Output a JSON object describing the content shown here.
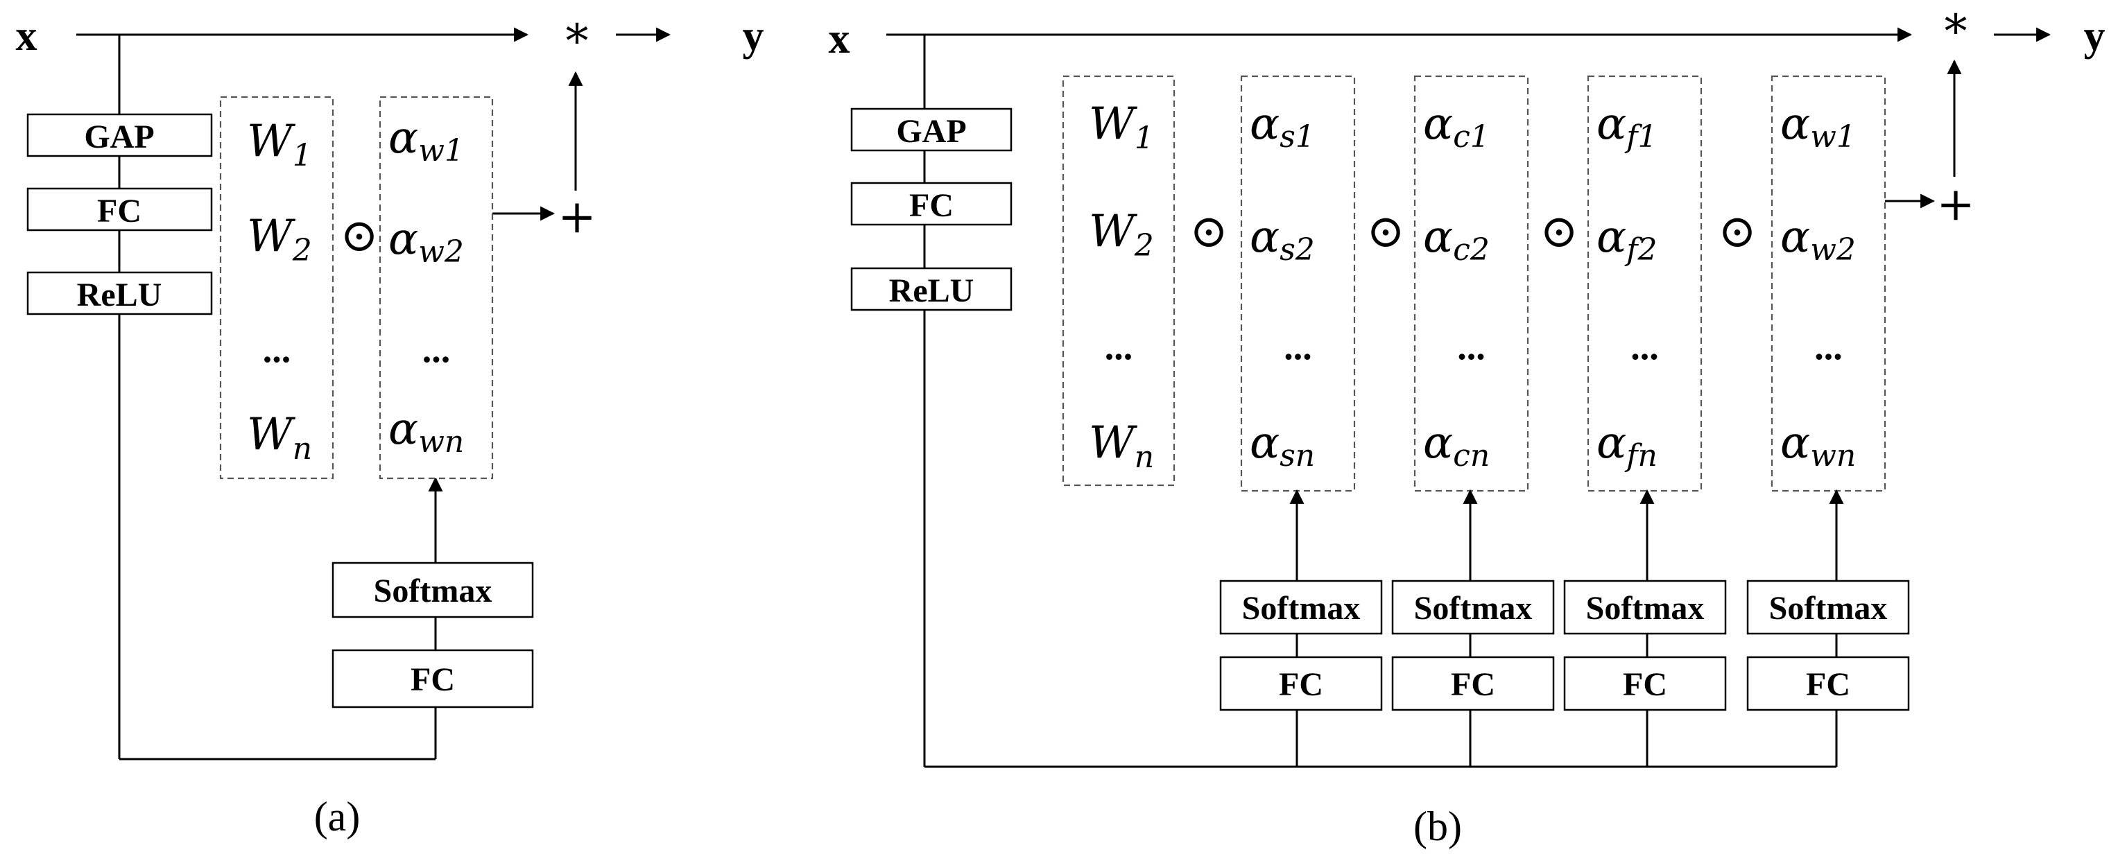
{
  "labels": {
    "x": "x",
    "y": "y",
    "mul": "*",
    "add": "+",
    "odot": "⊙",
    "dots": "...",
    "gap": "GAP",
    "fc": "FC",
    "relu": "ReLU",
    "softmax": "Softmax"
  },
  "weights": {
    "base": "W",
    "subs": [
      "1",
      "2",
      "n"
    ]
  },
  "panel_a": {
    "caption": "(a)",
    "vectors": [
      {
        "base": "α",
        "subs": [
          "w1",
          "w2",
          "wn"
        ]
      }
    ]
  },
  "panel_b": {
    "caption": "(b)",
    "vectors": [
      {
        "base": "α",
        "subs": [
          "s1",
          "s2",
          "sn"
        ]
      },
      {
        "base": "α",
        "subs": [
          "c1",
          "c2",
          "cn"
        ]
      },
      {
        "base": "α",
        "subs": [
          "f1",
          "f2",
          "fn"
        ]
      },
      {
        "base": "α",
        "subs": [
          "w1",
          "w2",
          "wn"
        ]
      }
    ]
  }
}
